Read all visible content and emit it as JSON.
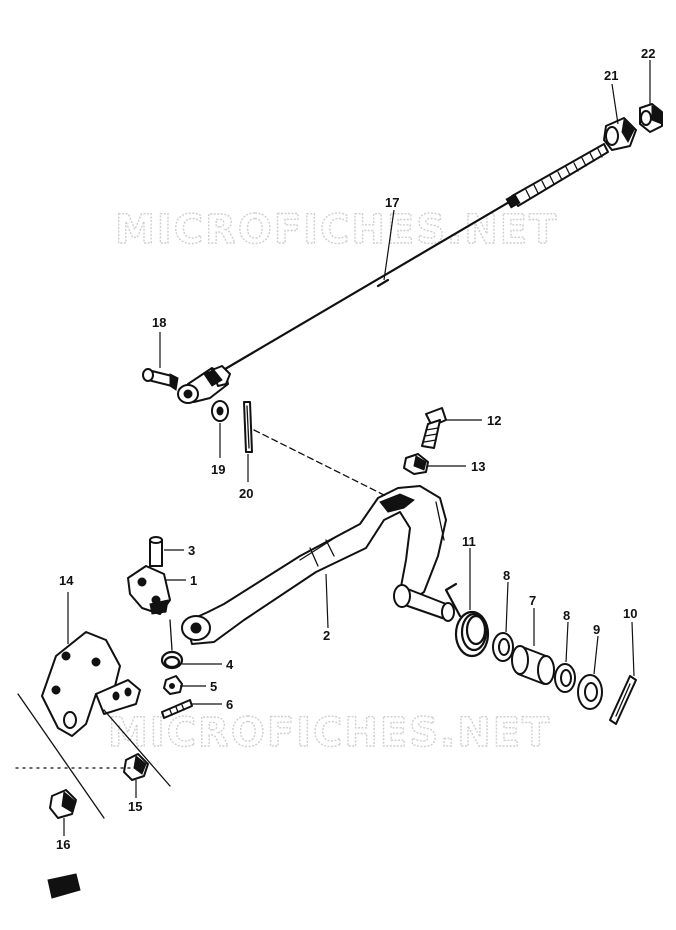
{
  "watermark": "MICROFICHES.NET",
  "callouts": {
    "p1": "1",
    "p2": "2",
    "p3": "3",
    "p4": "4",
    "p5": "5",
    "p6": "6",
    "p7": "7",
    "p8a": "8",
    "p8b": "8",
    "p9": "9",
    "p10": "10",
    "p11": "11",
    "p12": "12",
    "p13": "13",
    "p14": "14",
    "p15": "15",
    "p16": "16",
    "p17": "17",
    "p18": "18",
    "p19": "19",
    "p20": "20",
    "p21": "21",
    "p22": "22"
  }
}
